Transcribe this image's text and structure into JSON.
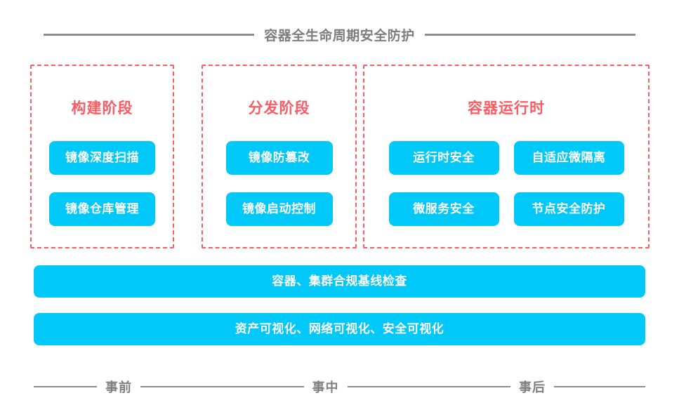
{
  "header": {
    "title": "容器全生命周期安全防护"
  },
  "phases": [
    {
      "id": "build",
      "title": "构建阶段",
      "chips": [
        "镜像深度扫描",
        "镜像仓库管理"
      ]
    },
    {
      "id": "deliver",
      "title": "分发阶段",
      "chips": [
        "镜像防篡改",
        "镜像启动控制"
      ]
    },
    {
      "id": "runtime",
      "title": "容器运行时",
      "chips": [
        "运行时安全",
        "自适应微隔离",
        "微服务安全",
        "节点安全防护"
      ]
    }
  ],
  "bars": [
    "容器、集群合规基线检查",
    "资产可视化、网络可视化、安全可视化"
  ],
  "timeline": {
    "labels": [
      "事前",
      "事中",
      "事后"
    ]
  },
  "colors": {
    "accent_cyan": "#00c8f8",
    "accent_red": "#fc5b62",
    "rule_gray": "#8d8d8d",
    "text_gray": "#808080",
    "background": "#ffffff"
  }
}
